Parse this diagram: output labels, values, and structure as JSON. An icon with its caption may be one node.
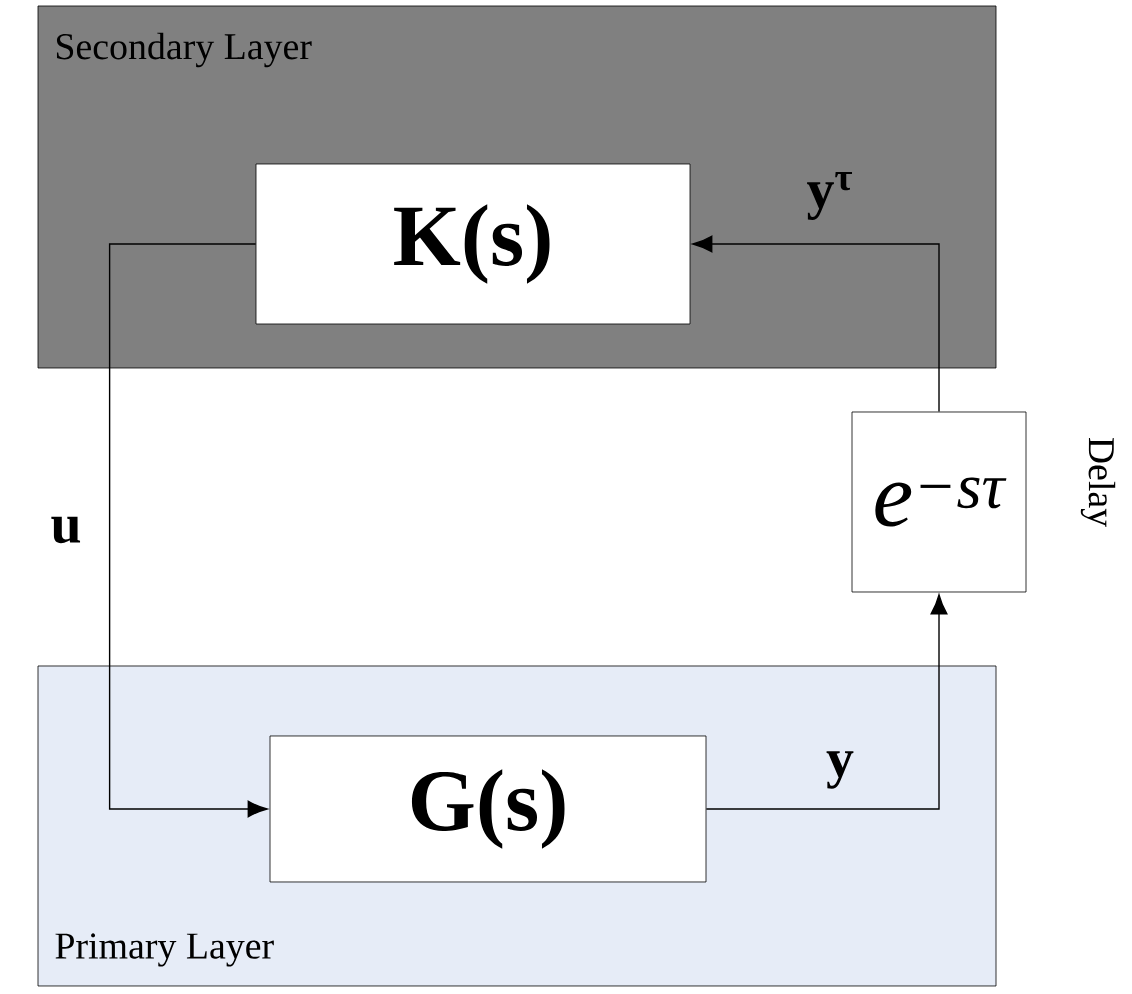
{
  "diagram": {
    "nodes": [
      {
        "text": [
          "Secondary Layer"
        ]
      },
      {
        "text": [
          "K(s)"
        ],
        "in": 0
      },
      {
        "text": [
          "e$^{−sτ}$"
        ],
        "beside": [
          "Delay"
        ]
      },
      {
        "text": [
          "Primary Layer"
        ]
      },
      {
        "text": [
          "G(s)"
        ],
        "in": 3
      }
    ],
    "edges": [
      {
        "from": 1,
        "to": 4,
        "arrow": "to",
        "label": "u"
      },
      {
        "from": 4,
        "to": 2,
        "arrow": "to",
        "label": "y"
      },
      {
        "from": 2,
        "to": 1,
        "arrow": "to",
        "label": "y$^{τ}$"
      }
    ]
  }
}
